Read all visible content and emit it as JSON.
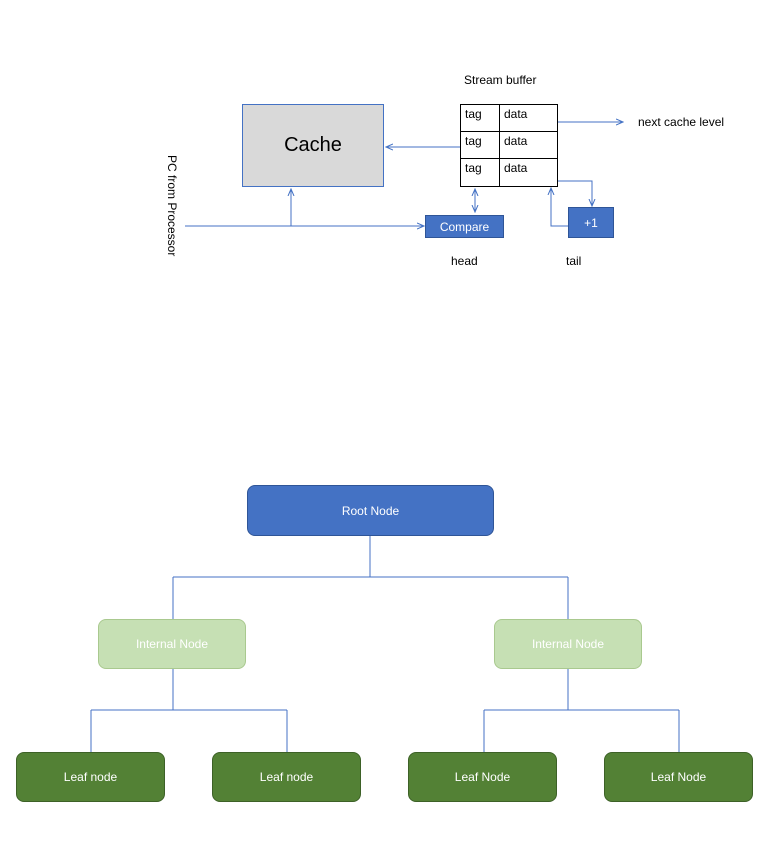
{
  "stream_buffer": {
    "title": "Stream buffer",
    "cache_label": "Cache",
    "rows": [
      {
        "tag": "tag",
        "data": "data"
      },
      {
        "tag": "tag",
        "data": "data"
      },
      {
        "tag": "tag",
        "data": "data"
      }
    ],
    "next_level_label": "next cache level",
    "pc_label": "PC from Processor",
    "compare_label": "Compare",
    "increment_label": "+1",
    "head_label": "head",
    "tail_label": "tail"
  },
  "tree": {
    "root": "Root Node",
    "internal_left": "Internal Node",
    "internal_right": "Internal Node",
    "leaves": [
      "Leaf node",
      "Leaf node",
      "Leaf Node",
      "Leaf Node"
    ]
  },
  "colors": {
    "line": "#4472c4",
    "root_fill": "#4472c4",
    "internal_fill": "#c6e0b4",
    "leaf_fill": "#538135",
    "cache_fill": "#d9d9d9"
  }
}
